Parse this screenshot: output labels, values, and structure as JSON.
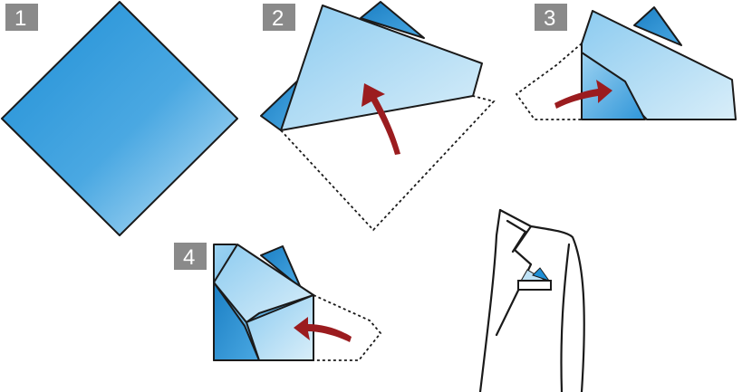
{
  "steps": [
    {
      "id": 1,
      "label": "1"
    },
    {
      "id": 2,
      "label": "2"
    },
    {
      "id": 3,
      "label": "3"
    },
    {
      "id": 4,
      "label": "4"
    }
  ],
  "colors": {
    "fabric_dark": "#1f8fd6",
    "fabric_mid": "#4aa8e2",
    "fabric_light": "#bfe2f6",
    "arrow": "#9b1c1f",
    "badge": "#8a8a8a",
    "outline": "#1a1a1a"
  },
  "icons": {
    "arrow": "curved-arrow-icon",
    "jacket": "suit-jacket-icon"
  }
}
